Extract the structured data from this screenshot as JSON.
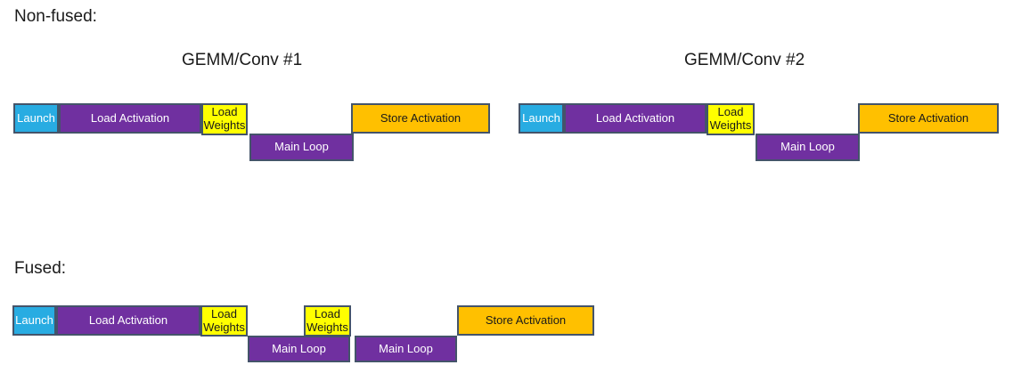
{
  "labels": {
    "launch": "Launch",
    "load_activation": "Load Activation",
    "load_weights": "Load Weights",
    "main_loop": "Main Loop",
    "store_activation": "Store Activation"
  },
  "sections": {
    "nonfused": {
      "title": "Non-fused:",
      "groups": [
        {
          "title": "GEMM/Conv #1"
        },
        {
          "title": "GEMM/Conv #2"
        }
      ]
    },
    "fused": {
      "title": "Fused:"
    }
  },
  "colors": {
    "launch_fill": "#28ACE2",
    "load_store_purple": "#7030A0",
    "load_weights_yellow": "#FFFF00",
    "store_activation_orange": "#FFC000",
    "block_border": "#44546A",
    "text_on_dark": "#FFFFFF",
    "text_on_light": "#1A1A1A",
    "background": "#FFFFFF"
  }
}
